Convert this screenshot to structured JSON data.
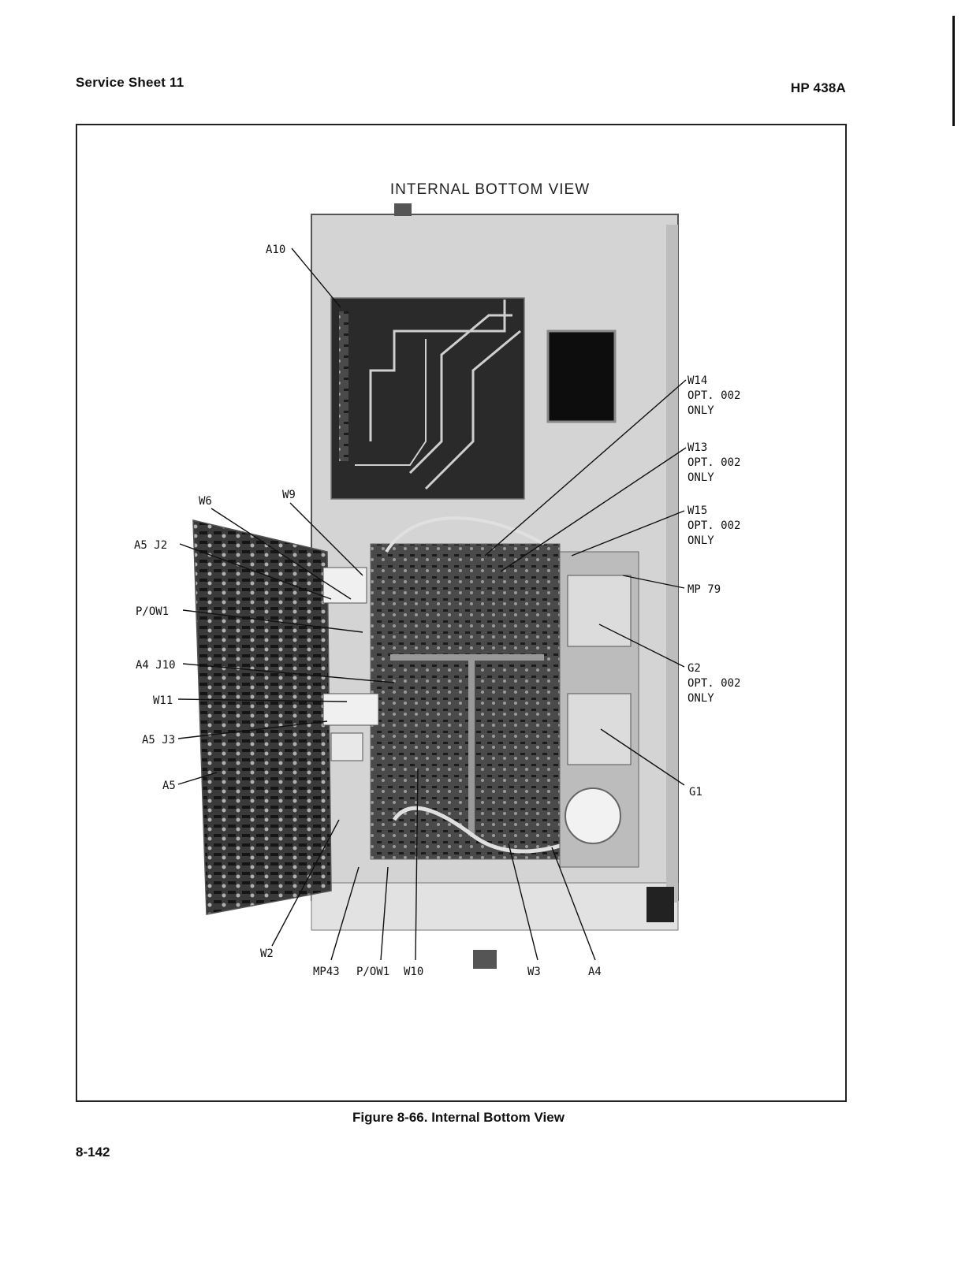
{
  "header": {
    "section": "Service Sheet 11",
    "model": "HP 438A"
  },
  "figure": {
    "photo_title": "INTERNAL BOTTOM VIEW",
    "caption": "Figure 8-66. Internal Bottom View",
    "callouts": {
      "a10": "A10",
      "w6": "W6",
      "w9": "W9",
      "a5j2": "A5 J2",
      "pow1_left": "P/OW1",
      "a4j10": "A4 J10",
      "w11": "W11",
      "a5j3": "A5 J3",
      "a5": "A5",
      "w14": [
        "W14",
        "OPT. 002",
        "ONLY"
      ],
      "w13": [
        "W13",
        "OPT. 002",
        "ONLY"
      ],
      "w15": [
        "W15",
        "OPT. 002",
        "ONLY"
      ],
      "mp79": "MP 79",
      "g2": [
        "G2",
        "OPT. 002",
        "ONLY"
      ],
      "g1": "G1",
      "w2": "W2",
      "mp43": "MP43",
      "pow1_bottom": "P/OW1",
      "w10": "W10",
      "w3": "W3",
      "a4": "A4"
    }
  },
  "footer": {
    "page_number": "8-142"
  }
}
